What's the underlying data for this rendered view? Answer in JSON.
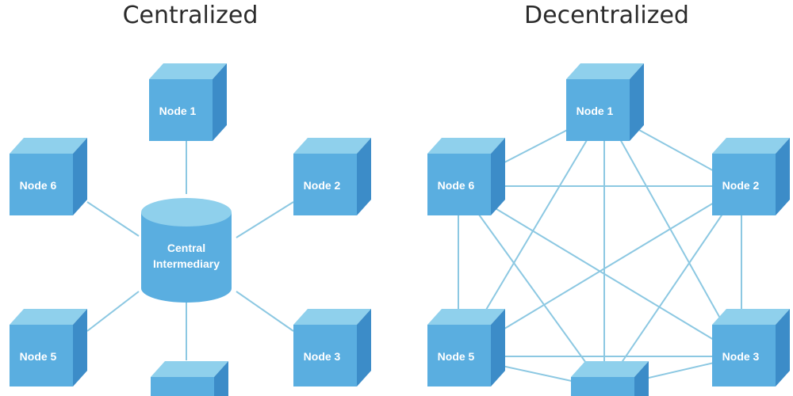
{
  "titles": {
    "centralized": "Centralized",
    "decentralized": "Decentralized"
  },
  "centralized": {
    "center_line1": "Central",
    "center_line2": "Intermediary",
    "nodes": [
      "Node 1",
      "Node 2",
      "Node 3",
      "",
      "Node 5",
      "Node 6"
    ]
  },
  "decentralized": {
    "nodes": [
      "Node 1",
      "Node 2",
      "Node 3",
      "",
      "Node 5",
      "Node 6"
    ]
  },
  "colors": {
    "cube_front": "#5aaee0",
    "cube_top": "#8fd0ec",
    "cube_side": "#3c8cc8",
    "link": "#8cc8e2",
    "cylinder_body": "#5aaee0",
    "cylinder_top": "#8fd0ec"
  }
}
